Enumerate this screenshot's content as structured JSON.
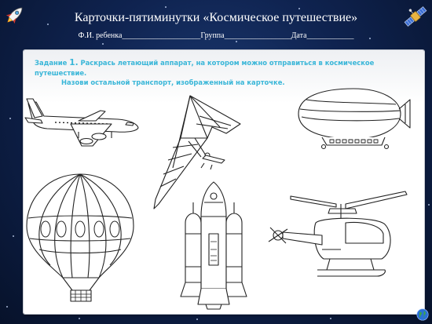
{
  "header": {
    "title": "Карточки-пятиминутки «Космическое путешествие»",
    "fields_line": "Ф.И. ребенка____________________Группа_________________Дата____________"
  },
  "task": {
    "label": "Задание",
    "number": "1.",
    "text_line1": "Раскрась летающий аппарат, на котором можно отправиться в космическое путешествие.",
    "text_line2": "Назови остальной транспорт, изображенный на карточке."
  },
  "colors": {
    "task_text": "#39b6d8",
    "background": "#0f2350",
    "card": "#ffffff"
  },
  "pictures": [
    {
      "name": "airplane",
      "icon": "airplane-outline"
    },
    {
      "name": "hang-glider",
      "icon": "hang-glider-outline"
    },
    {
      "name": "airship",
      "icon": "airship-outline"
    },
    {
      "name": "hot-air-balloon",
      "icon": "hot-air-balloon-outline"
    },
    {
      "name": "space-shuttle",
      "icon": "space-shuttle-outline"
    },
    {
      "name": "helicopter",
      "icon": "helicopter-outline"
    }
  ]
}
